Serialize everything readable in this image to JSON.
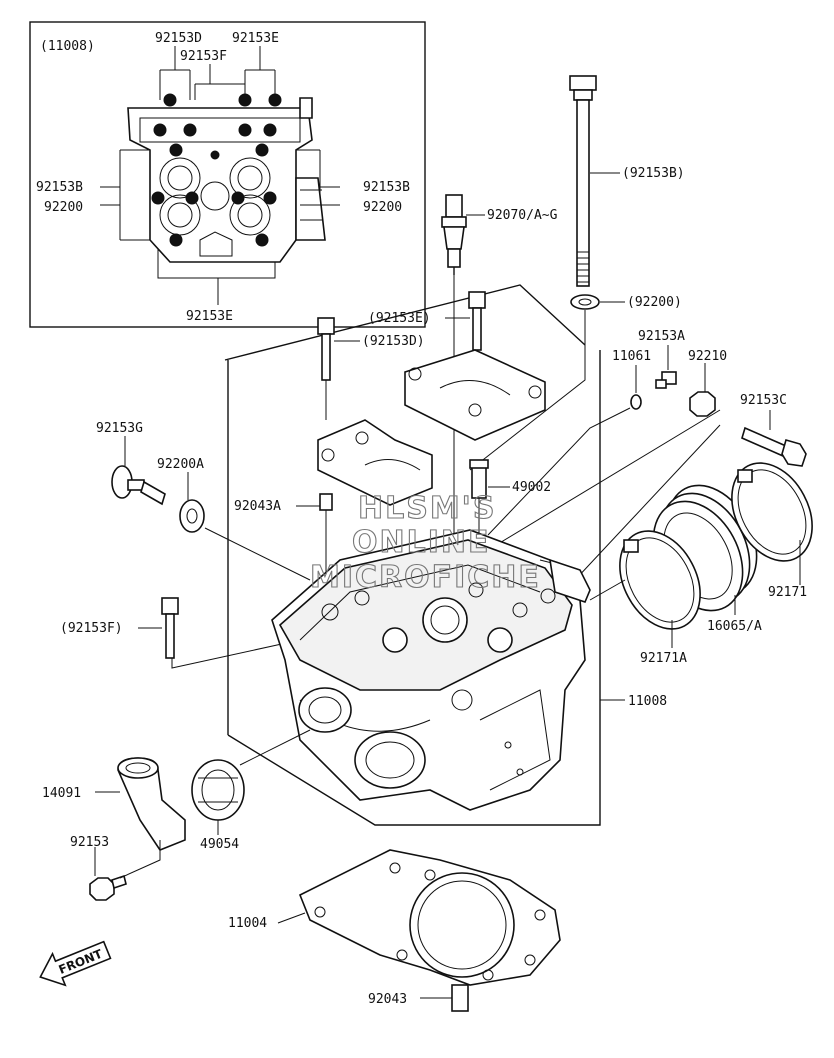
{
  "inset": {
    "title": "(11008)",
    "labels": {
      "top_left": "92153D",
      "top_right": "92153E",
      "top_mid": "92153F",
      "left_a": "92153B",
      "left_b": "92200",
      "right_a": "92153B",
      "right_b": "92200",
      "bottom": "92153E"
    }
  },
  "callouts": {
    "bolt_long": "(92153B)",
    "spark_plug": "92070/A~G",
    "washer_long": "(92200)",
    "bolt_e": "(92153E)",
    "bolt_d": "(92153D)",
    "p11061": "11061",
    "p92153A": "92153A",
    "p92210": "92210",
    "p92153C": "92153C",
    "p92153G": "92153G",
    "p92200A": "92200A",
    "p49002": "49002",
    "p92043A": "92043A",
    "p92171": "92171",
    "p16065": "16065/A",
    "p92153F": "(92153F)",
    "p92171A": "92171A",
    "p11008": "11008",
    "p14091": "14091",
    "p49054": "49054",
    "p92153": "92153",
    "p11004": "11004",
    "p92043": "92043",
    "front": "FRONT"
  },
  "watermark": [
    "HLSM'S",
    "ONLINE",
    "MICROFICHE"
  ]
}
